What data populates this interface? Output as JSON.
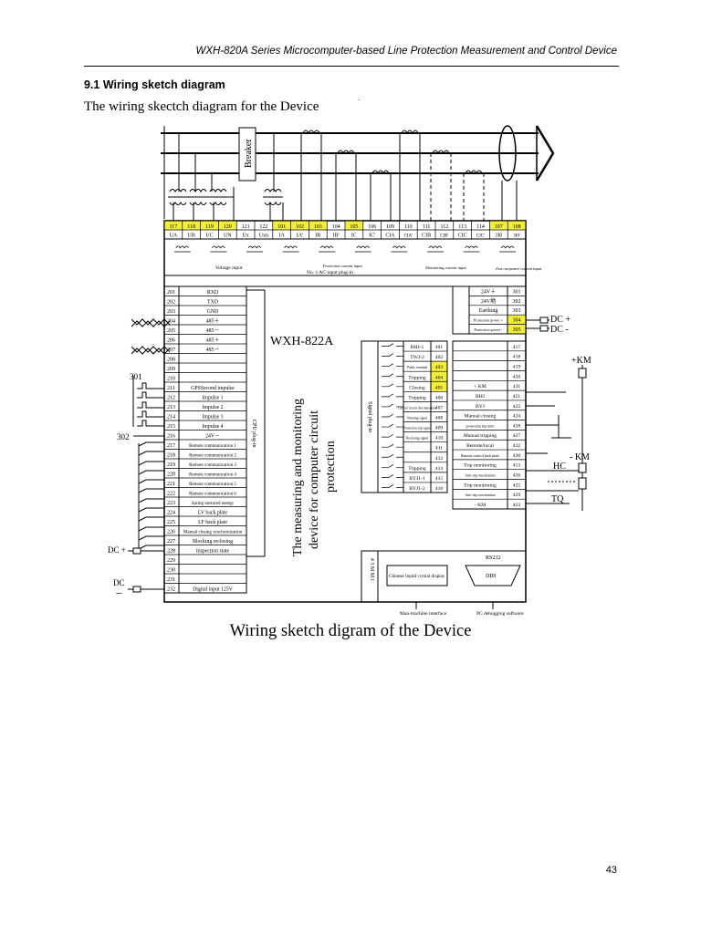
{
  "header": {
    "title": "WXH-820A Series Microcomputer-based Line Protection Measurement and Control Device"
  },
  "section": {
    "title": "9.1  Wiring sketch diagram",
    "intro": "The wiring skectch diagram for the Device",
    "stray_dot": "."
  },
  "diagram": {
    "breaker_label": "Breaker",
    "device_model": "WXH-822A",
    "device_description": [
      "The measuring and monitoring",
      "device for computer circuit",
      "protection"
    ],
    "cpu_plug_label": "CPU plug-in",
    "signal_plugin_label": "Signal plug-in",
    "highlight_color": "#f2ee3a",
    "ac_terminals": [
      {
        "num": "117",
        "name": "UA",
        "hl": true
      },
      {
        "num": "118",
        "name": "UB",
        "hl": true
      },
      {
        "num": "119",
        "name": "UC",
        "hl": true
      },
      {
        "num": "120",
        "name": "UN",
        "hl": true
      },
      {
        "num": "121",
        "name": "Ux",
        "hl": false
      },
      {
        "num": "122",
        "name": "Uxn",
        "hl": false
      },
      {
        "num": "101",
        "name": "IA",
        "hl": true
      },
      {
        "num": "102",
        "name": "IA'",
        "hl": true
      },
      {
        "num": "103",
        "name": "IB",
        "hl": true
      },
      {
        "num": "104",
        "name": "IB'",
        "hl": false
      },
      {
        "num": "105",
        "name": "IC",
        "hl": true
      },
      {
        "num": "106",
        "name": "IC'",
        "hl": false
      },
      {
        "num": "109",
        "name": "CIA",
        "hl": false
      },
      {
        "num": "110",
        "name": "CIA'",
        "hl": false
      },
      {
        "num": "111",
        "name": "CIB",
        "hl": false
      },
      {
        "num": "112",
        "name": "CIB'",
        "hl": false
      },
      {
        "num": "113",
        "name": "CIC",
        "hl": false
      },
      {
        "num": "114",
        "name": "CIC'",
        "hl": false
      },
      {
        "num": "107",
        "name": "3I0",
        "hl": true
      },
      {
        "num": "108",
        "name": "3I0'",
        "hl": true
      }
    ],
    "ac_group_labels": [
      "Voltage input",
      "Protection current input",
      "Monitoring current input",
      "Zero sequence current input"
    ],
    "ac_plug_label": "No. 1 AC input plug-in",
    "cpu_terminals": [
      {
        "num": "201",
        "name": "RXD"
      },
      {
        "num": "202",
        "name": "TXD"
      },
      {
        "num": "203",
        "name": "GND"
      },
      {
        "num": "204",
        "name": "485＋"
      },
      {
        "num": "205",
        "name": "485－"
      },
      {
        "num": "206",
        "name": "485＋"
      },
      {
        "num": "207",
        "name": "485－"
      },
      {
        "num": "208",
        "name": ""
      },
      {
        "num": "209",
        "name": ""
      },
      {
        "num": "210",
        "name": ""
      },
      {
        "num": "211",
        "name": "GPSSecond impulse"
      },
      {
        "num": "212",
        "name": "Impulse 1"
      },
      {
        "num": "213",
        "name": "Impulse 2"
      },
      {
        "num": "214",
        "name": "Impulse 3"
      },
      {
        "num": "215",
        "name": "Impulse 4"
      },
      {
        "num": "216",
        "name": "24V－"
      },
      {
        "num": "217",
        "name": "Remote communication 1"
      },
      {
        "num": "218",
        "name": "Remote communication 2"
      },
      {
        "num": "219",
        "name": "Remote communication 3"
      },
      {
        "num": "220",
        "name": "Remote communication 4"
      },
      {
        "num": "221",
        "name": "Remote communication 5"
      },
      {
        "num": "222",
        "name": "Remote communication 6"
      },
      {
        "num": "223",
        "name": "Spring unstored energy"
      },
      {
        "num": "224",
        "name": "LV back plate"
      },
      {
        "num": "225",
        "name": "LF back plate"
      },
      {
        "num": "226",
        "name": "Manual closing synchronization"
      },
      {
        "num": "227",
        "name": "Blocking reclosing"
      },
      {
        "num": "228",
        "name": "Inspection state"
      },
      {
        "num": "229",
        "name": ""
      },
      {
        "num": "230",
        "name": ""
      },
      {
        "num": "231",
        "name": ""
      },
      {
        "num": "232",
        "name": "Digital input 125V"
      }
    ],
    "power_terminals": [
      {
        "name": "24V＋",
        "num": "301",
        "hl": false
      },
      {
        "name": "24V地",
        "num": "302",
        "hl": false
      },
      {
        "name": "Earthing",
        "num": "303",
        "hl": false
      },
      {
        "name": "Protection power +",
        "num": "304",
        "hl": true
      },
      {
        "name": "Protection power -",
        "num": "305",
        "hl": true
      }
    ],
    "signal_relays": [
      {
        "name": "BHJ-1",
        "num": "401",
        "hl": false
      },
      {
        "name": "TWJ-2",
        "num": "402",
        "hl": false
      },
      {
        "name": "Public terminal",
        "num": "403",
        "hl": true
      },
      {
        "name": "Tripping",
        "num": "404",
        "hl": true
      },
      {
        "name": "Closing",
        "num": "405",
        "hl": true
      },
      {
        "name": "Tripping",
        "num": "406",
        "hl": false
      },
      {
        "name": "Control circuit disconnection",
        "num": "407",
        "hl": false
      },
      {
        "name": "Warning signal",
        "num": "408",
        "hl": false
      },
      {
        "name": "Protection trip signal",
        "num": "409",
        "hl": false
      },
      {
        "name": "Reclosing signal",
        "num": "410",
        "hl": false
      },
      {
        "name": "",
        "num": "411",
        "hl": false
      },
      {
        "name": "",
        "num": "412",
        "hl": false
      },
      {
        "name": "Tripping",
        "num": "414",
        "hl": false
      },
      {
        "name": "BYJ1-1",
        "num": "415",
        "hl": false
      },
      {
        "name": "BYJ1-2",
        "num": "416",
        "hl": false
      }
    ],
    "operation_terminals": [
      {
        "name": "",
        "num": "417"
      },
      {
        "name": "",
        "num": "418"
      },
      {
        "name": "",
        "num": "419"
      },
      {
        "name": "",
        "num": "420"
      },
      {
        "name": "+ KM",
        "num": "431"
      },
      {
        "name": "BHJ",
        "num": "421"
      },
      {
        "name": "BYJ",
        "num": "422"
      },
      {
        "name": "Manual closing",
        "num": "424"
      },
      {
        "name": "protection trip inlet",
        "num": "428"
      },
      {
        "name": "Manual tripping",
        "num": "427"
      },
      {
        "name": "Remote/local",
        "num": "432"
      },
      {
        "name": "Remote control back plate",
        "num": "430"
      },
      {
        "name": "Trip monitoring",
        "num": "413"
      },
      {
        "name": "Anti-trip mechanism",
        "num": "426"
      },
      {
        "name": "Trip monitoring",
        "num": "425"
      },
      {
        "name": "Anti-trip mechanism",
        "num": "429"
      },
      {
        "name": "- KM",
        "num": "423"
      }
    ],
    "external_labels": {
      "dc_plus_right": "DC +",
      "dc_minus_right": "DC -",
      "km_plus": "+KM",
      "km_minus": "- KM",
      "hc": "HC",
      "tq": "TQ",
      "label_301": "301",
      "label_302": "302",
      "dc_plus_left": "DC +",
      "dc_minus_left": "DC",
      "dc_minus_left_sign": "－"
    },
    "hmi": {
      "label": "# 5 M M I",
      "display": "Chinese liquid crystal display",
      "rs232": "RS232",
      "db9": "DB9",
      "man_machine": "Man-machine interface",
      "pc_software": "PC debugging software"
    }
  },
  "caption": "Wiring sketch digram of the Device",
  "page_number": "43"
}
